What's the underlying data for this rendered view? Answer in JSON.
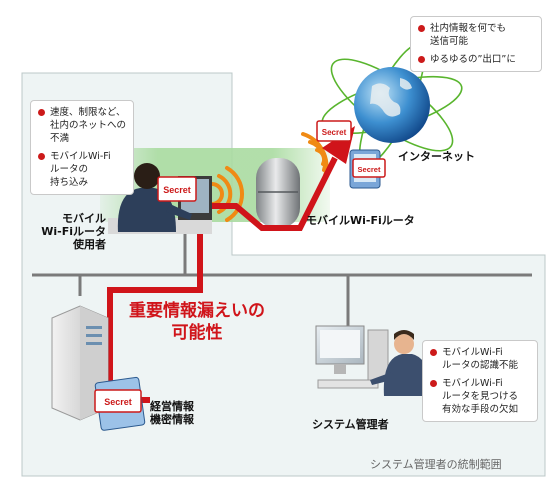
{
  "callouts": {
    "internet": [
      "社内情報を何でも\n送信可能",
      "ゆるゆるの”出口”に"
    ],
    "user": [
      "速度、制限など、\n社内のネットへの\n不満",
      "モバイルWi-Fi\nルータの\n持ち込み"
    ],
    "admin": [
      "モバイルWi-Fi\nルータの認識不能",
      "モバイルWi-Fi\nルータを見つける\n有効な手段の欠如"
    ]
  },
  "labels": {
    "internet": "インターネット",
    "router": "モバイルWi-Fiルータ",
    "mobile_user": "モバイル\nWi-Fiルータ\n使用者",
    "server": "経営情報\n機密情報",
    "admin": "システム管理者",
    "leak": "重要情報漏えいの\n可能性",
    "scope": "システム管理者の統制範囲",
    "secret": "Secret"
  },
  "colors": {
    "arrow": "#d0141a",
    "scope_bg": "#eef4f4",
    "green_glow": "#a9dba0",
    "wifi_orange": "#f08a14"
  }
}
